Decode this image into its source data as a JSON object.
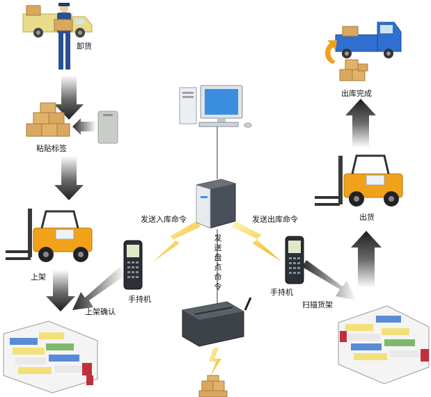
{
  "labels": {
    "unload": "卸货",
    "attach_tag": "粘贴标签",
    "shelve": "上架",
    "shelve_confirm": "上架确认",
    "handheld_left": "手持机",
    "send_in_cmd": "发送入库命令",
    "send_count_cmd": "发送盘点命令",
    "send_out_cmd": "发送出库命令",
    "handheld_right": "手持机",
    "scan_shelf": "扫描货架",
    "ship_out": "出货",
    "out_complete": "出库完成"
  },
  "colors": {
    "arrow_dark": "#2e2e2e",
    "lightning": "#f2c21b",
    "truck_left": "#e8dc8a",
    "truck_right": "#2e6fcf",
    "forklift": "#f0a21a",
    "box": "#d9a85e",
    "server": "#3a3f48",
    "monitor": "#3a8ee0"
  },
  "icons": [
    "truck-icon",
    "worker-icon",
    "boxes-icon",
    "rfid-tag-icon",
    "forklift-icon",
    "shelf-rack-icon",
    "handheld-scanner-icon",
    "server-icon",
    "computer-icon",
    "rfid-reader-icon",
    "curved-arrow-icon"
  ]
}
